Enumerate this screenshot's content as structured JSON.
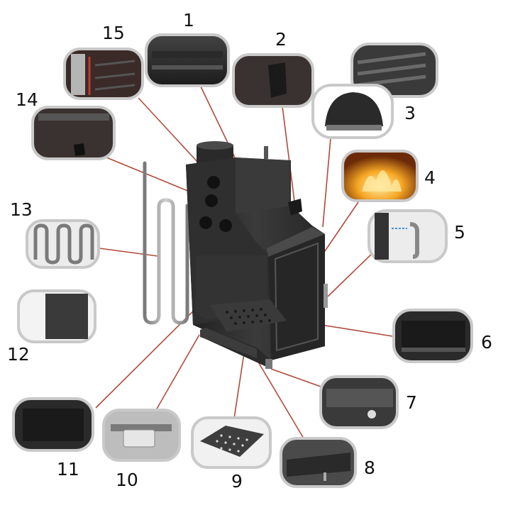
{
  "diagram": {
    "labels": [
      {
        "id": "1",
        "text": "1"
      },
      {
        "id": "2",
        "text": "2"
      },
      {
        "id": "3",
        "text": "3"
      },
      {
        "id": "4",
        "text": "4"
      },
      {
        "id": "5",
        "text": "5"
      },
      {
        "id": "6",
        "text": "6"
      },
      {
        "id": "7",
        "text": "7"
      },
      {
        "id": "8",
        "text": "8"
      },
      {
        "id": "9",
        "text": "9"
      },
      {
        "id": "10",
        "text": "10"
      },
      {
        "id": "11",
        "text": "11"
      },
      {
        "id": "12",
        "text": "12"
      },
      {
        "id": "13",
        "text": "13"
      },
      {
        "id": "14",
        "text": "14"
      },
      {
        "id": "15",
        "text": "15"
      }
    ],
    "colors": {
      "frame": "#c9c9c9",
      "leader": "#b04a3a",
      "body": "#2c2c2c",
      "body_light": "#3a3a3a",
      "steel": "#9a9a9a",
      "flame": "#f5a623"
    }
  }
}
